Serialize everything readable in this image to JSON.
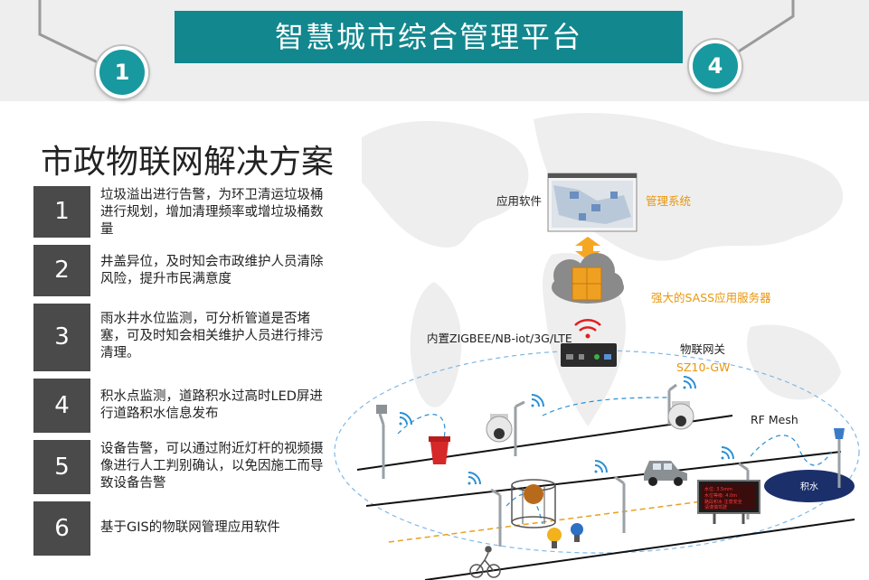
{
  "header": {
    "title": "智慧城市综合管理平台",
    "badge_left": "1",
    "badge_right": "4"
  },
  "section_title": "市政物联网解决方案",
  "items": [
    {
      "num": "1",
      "text": "垃圾溢出进行告警，为环卫清运垃圾桶进行规划，增加清理频率或增垃圾桶数量"
    },
    {
      "num": "2",
      "text": "井盖异位，及时知会市政维护人员清除风险，提升市民满意度"
    },
    {
      "num": "3",
      "text": "雨水井水位监测，可分析管道是否堵塞，可及时知会相关维护人员进行排污清理。"
    },
    {
      "num": "4",
      "text": "积水点监测，道路积水过高时LED屏进行道路积水信息发布"
    },
    {
      "num": "5",
      "text": "设备告警，可以通过附近灯杆的视频摄像进行人工判别确认，以免因施工而导致设备告警"
    },
    {
      "num": "6",
      "text": "基于GIS的物联网管理应用软件"
    }
  ],
  "diagram": {
    "app_software": "应用软件",
    "management_system": "管理系统",
    "sass_server": "强大的SASS应用服务器",
    "builtin_comm": "内置ZIGBEE/NB-iot/3G/LTE",
    "iot_gateway": "物联网关",
    "gateway_model": "SZ10-GW",
    "rf_mesh": "RF Mesh",
    "water_label": "积水",
    "led_lines": [
      "水位: 3.5mm",
      "水位等级: 4.0m",
      "路段积水 注意安全",
      "请谨慎驾驶"
    ]
  },
  "colors": {
    "title_bg": "#12878e",
    "badge": "#18999f",
    "number_box": "#4a4a4a",
    "accent_orange": "#e8960c",
    "wifi_blue": "#2a8fd6",
    "wifi_red": "#e02020"
  }
}
